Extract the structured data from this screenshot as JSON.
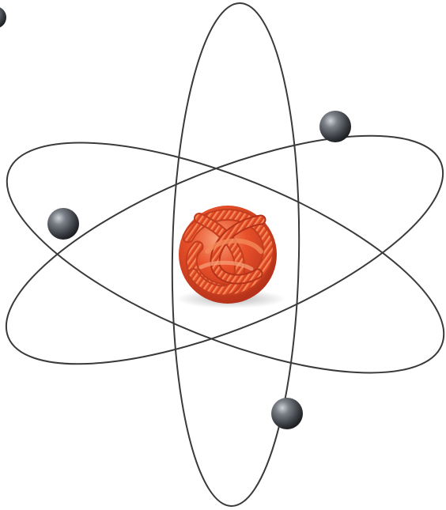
{
  "image": {
    "subject": "atom-illustration",
    "background_color": "#ffffff",
    "orbit_color": "#3a3a3a",
    "electron_color": "#4a4d52",
    "nucleus_color": "#e8502a",
    "nucleus_highlight_color": "#f48a5a"
  },
  "electrons": [
    {
      "name": "electron-top-right"
    },
    {
      "name": "electron-left"
    },
    {
      "name": "electron-bottom"
    }
  ]
}
